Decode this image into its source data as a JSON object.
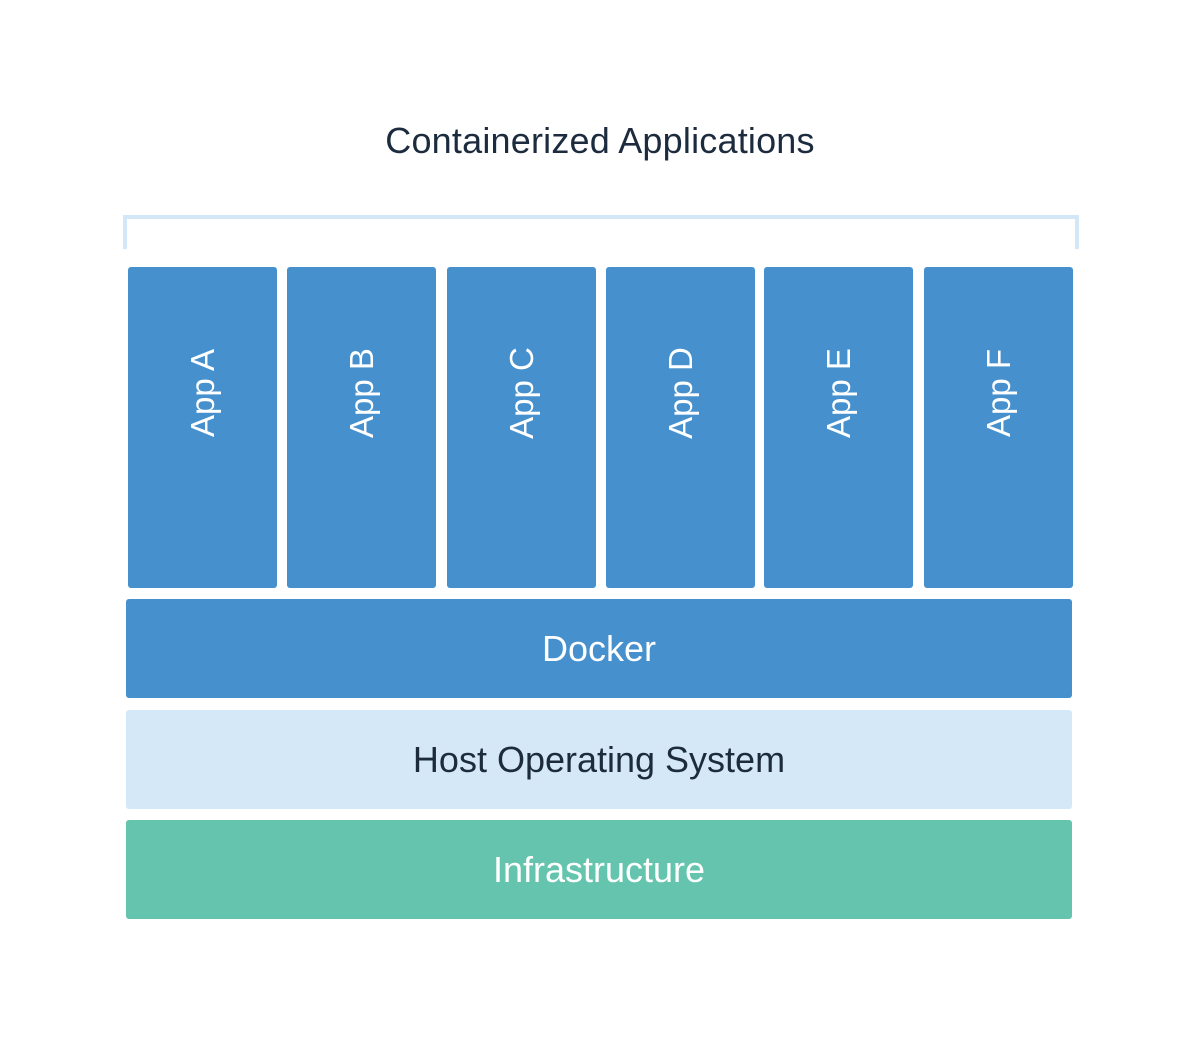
{
  "title": "Containerized Applications",
  "apps": [
    "App A",
    "App B",
    "App C",
    "App D",
    "App E",
    "App F"
  ],
  "layers": {
    "docker": "Docker",
    "host_os": "Host Operating System",
    "infrastructure": "Infrastructure"
  },
  "colors": {
    "app_blue": "#4690cd",
    "host_light_blue": "#d4e8f8",
    "infrastructure_green": "#64c4ad",
    "bracket": "#d3e7f7",
    "title_text": "#1c2b3d"
  }
}
